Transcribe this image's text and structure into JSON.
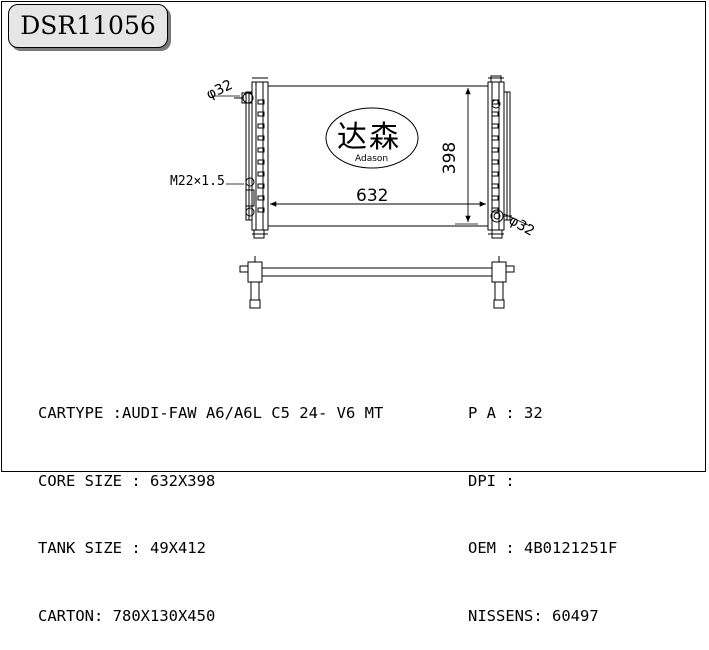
{
  "title": "DSR11056",
  "drawing": {
    "width_label": "632",
    "height_label": "398",
    "inlet_label": "φ32",
    "outlet_label": "φ32",
    "thread_label": "M22×1.5",
    "logo_chinese": "达森",
    "logo_english": "Adason"
  },
  "specs_left": [
    "CARTYPE :AUDI-FAW A6/A6L C5 24- V6 MT",
    "CORE SIZE : 632X398",
    "TANK SIZE : 49X412",
    "CARTON: 780X130X450"
  ],
  "specs_right": [
    "P A : 32",
    "DPI :",
    "OEM : 4B0121251F",
    "NISSENS: 60497"
  ]
}
